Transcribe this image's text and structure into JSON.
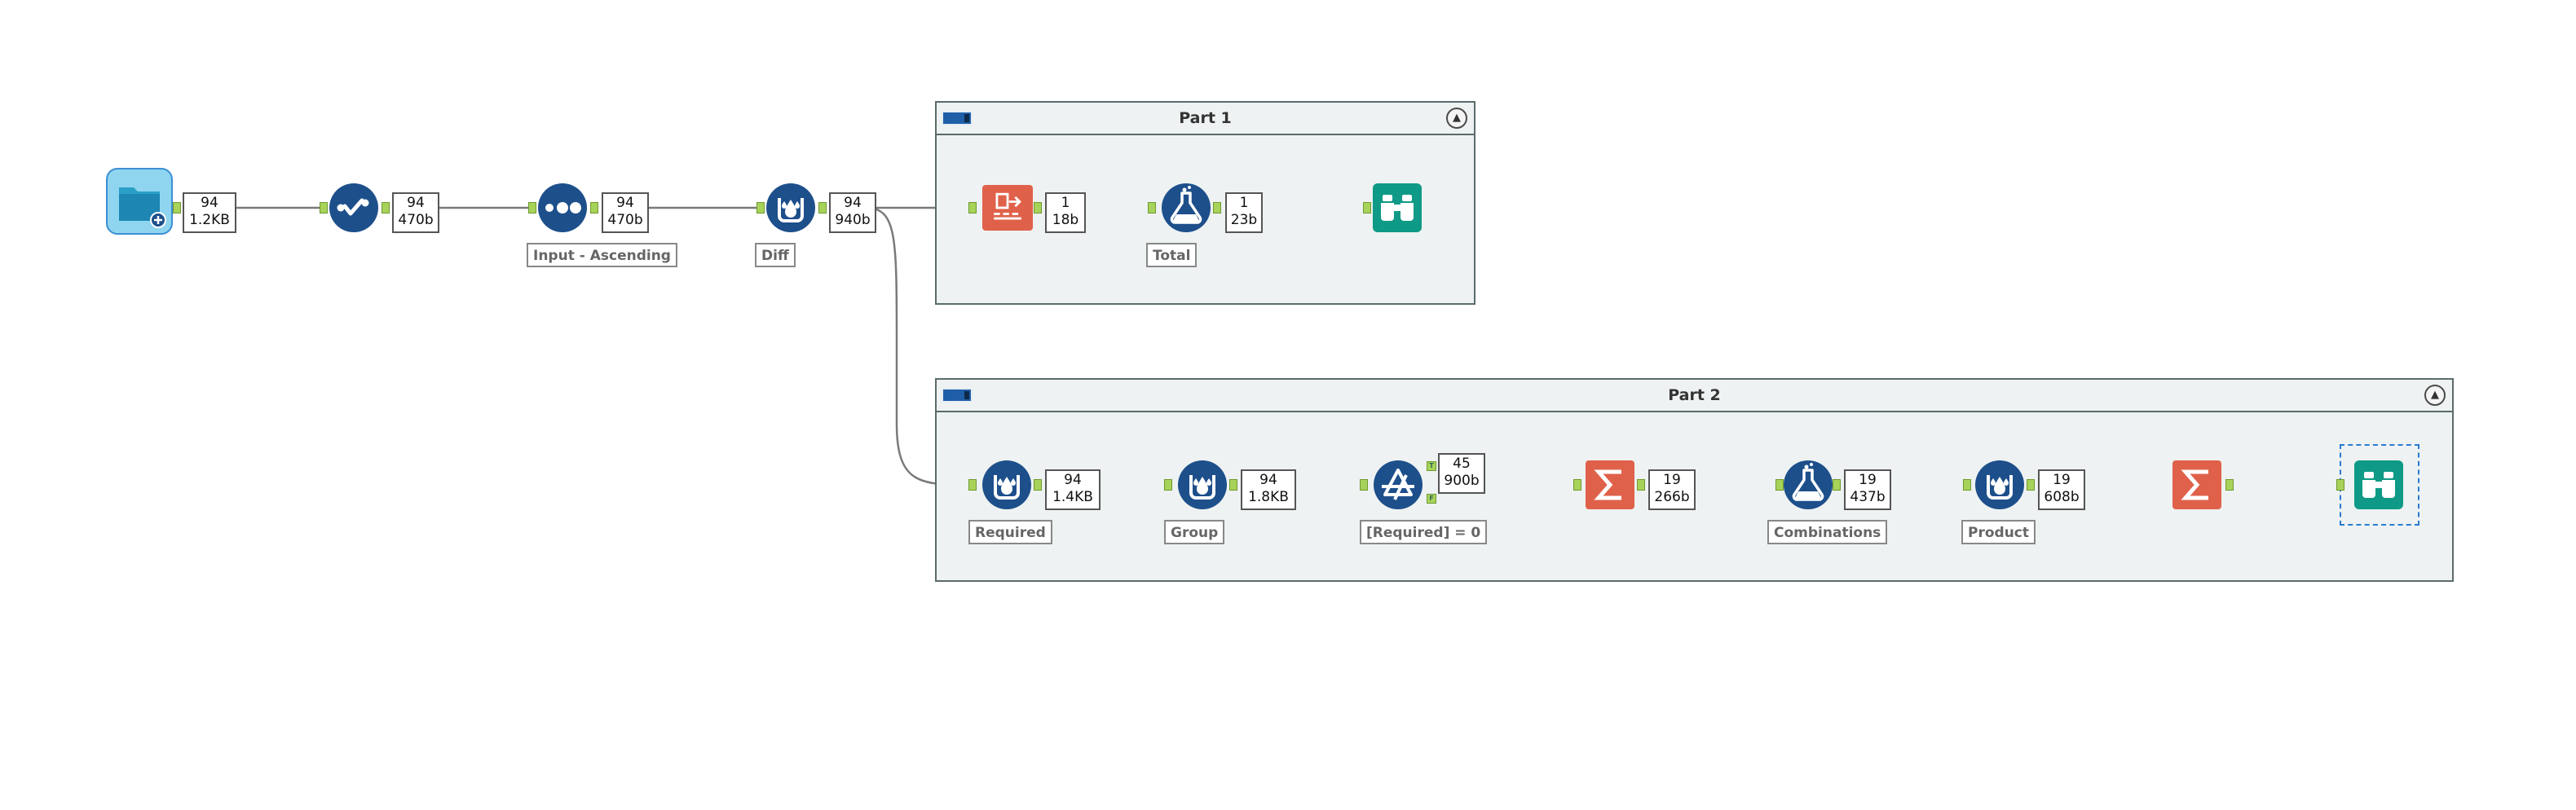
{
  "containers": {
    "part1": {
      "title": "Part 1",
      "collapse_glyph": "▲"
    },
    "part2": {
      "title": "Part 2",
      "collapse_glyph": "▲"
    }
  },
  "counts": {
    "input": {
      "records": "94",
      "size": "1.2KB"
    },
    "select": {
      "records": "94",
      "size": "470b"
    },
    "sort": {
      "records": "94",
      "size": "470b"
    },
    "diff": {
      "records": "94",
      "size": "940b"
    },
    "text_input": {
      "records": "1",
      "size": "18b"
    },
    "total": {
      "records": "1",
      "size": "23b"
    },
    "required": {
      "records": "94",
      "size": "1.4KB"
    },
    "group": {
      "records": "94",
      "size": "1.8KB"
    },
    "filter": {
      "records": "45",
      "size": "900b"
    },
    "summarize1": {
      "records": "19",
      "size": "266b"
    },
    "combinations": {
      "records": "19",
      "size": "437b"
    },
    "product": {
      "records": "19",
      "size": "608b"
    }
  },
  "labels": {
    "sort": "Input - Ascending",
    "diff": "Diff",
    "total": "Total",
    "required": "Required",
    "group": "Group",
    "filter": "[Required] = 0",
    "combinations": "Combinations",
    "product": "Product"
  },
  "filter_anchors": {
    "true_label": "T",
    "false_label": "F"
  },
  "icons": {
    "input": "folder-input-icon",
    "select": "select-check-icon",
    "sort": "sort-dots-icon",
    "formula": "formula-flask-icon",
    "multirow": "multirow-formula-icon",
    "filter": "filter-icon",
    "summarize": "summarize-sigma-icon",
    "browse": "browse-binoculars-icon",
    "textinput": "text-input-icon"
  },
  "colors": {
    "tool_blue": "#1d4f8b",
    "tool_orange": "#e0614a",
    "tool_teal": "#0e9a86",
    "anchor_green": "#a8d35a",
    "selected_wire": "#2d2dbb"
  }
}
